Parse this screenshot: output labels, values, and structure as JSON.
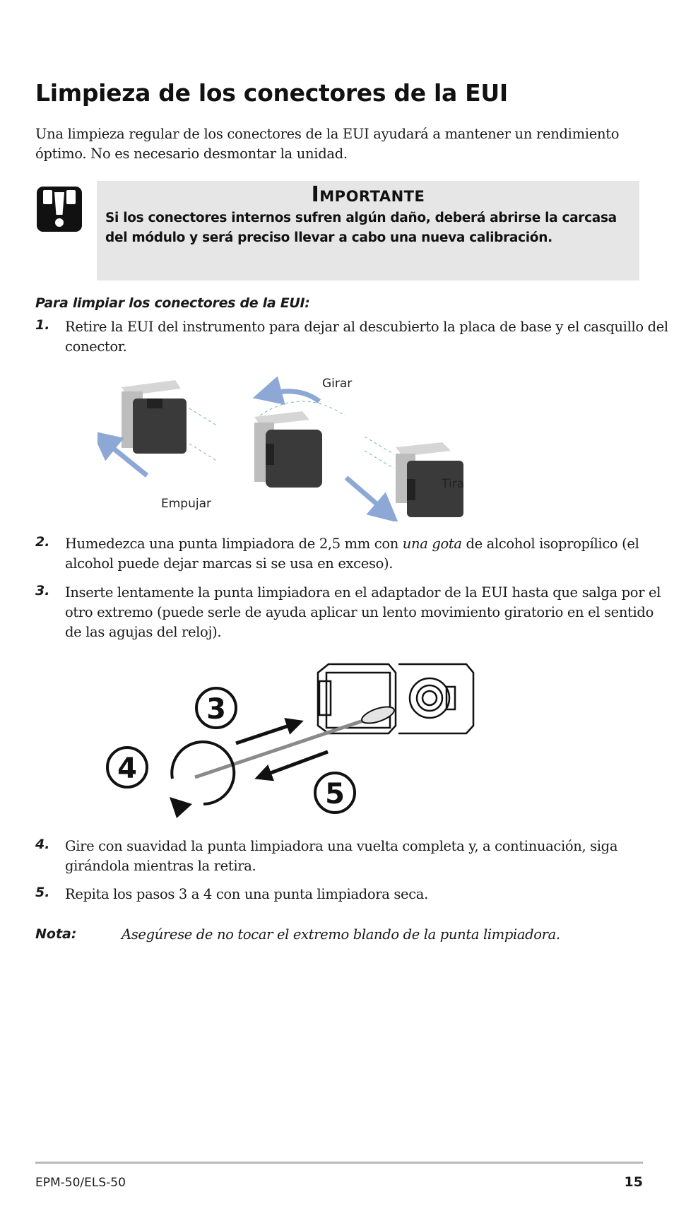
{
  "page": {
    "title": "Limpieza de los conectores de la EUI",
    "intro": "Una limpieza regular de los conectores de la EUI ayudará a mantener un rendimiento óptimo. No es necesario desmontar la unidad."
  },
  "important": {
    "title": "Importante",
    "body": "Si los conectores internos sufren algún daño, deberá abrirse la carcasa del módulo y será preciso llevar a cabo una nueva calibración."
  },
  "procedure": {
    "heading": "Para limpiar los conectores de la EUI:",
    "steps": [
      {
        "number": "1.",
        "text": "Retire la EUI del instrumento para dejar al descubierto la placa de base y el casquillo del conector."
      },
      {
        "number": "2.",
        "text_before": "Humedezca una punta limpiadora de 2,5 mm con ",
        "text_emphasis": "una gota",
        "text_after": " de alcohol isopropílico (el alcohol puede dejar marcas si se usa en exceso)."
      },
      {
        "number": "3.",
        "text": "Inserte lentamente la punta limpiadora en el adaptador de la EUI hasta que salga por el otro extremo (puede serle de ayuda aplicar un lento movimiento giratorio en el sentido de las agujas del reloj)."
      },
      {
        "number": "4.",
        "text": "Gire con suavidad la punta limpiadora una vuelta completa y, a continuación, siga girándola mientras la retira."
      },
      {
        "number": "5.",
        "text": "Repita los pasos 3 a 4 con una punta limpiadora seca."
      }
    ]
  },
  "figure1": {
    "label_rotate": "Girar",
    "label_push": "Empujar",
    "label_pull": "Tirar"
  },
  "figure2": {
    "label_step3": "3",
    "label_step4": "4",
    "label_step5": "5"
  },
  "note": {
    "label": "Nota:",
    "text": "Asegúrese de no tocar el extremo blando de la punta limpiadora."
  },
  "footer": {
    "product": "EPM-50/ELS-50",
    "page_number": "15"
  },
  "colors": {
    "box_gray": "#e6e6e6",
    "arrow_blue": "#8ea8d6",
    "connector_dark": "#3a3a3a",
    "connector_light": "#bdbdbd"
  }
}
